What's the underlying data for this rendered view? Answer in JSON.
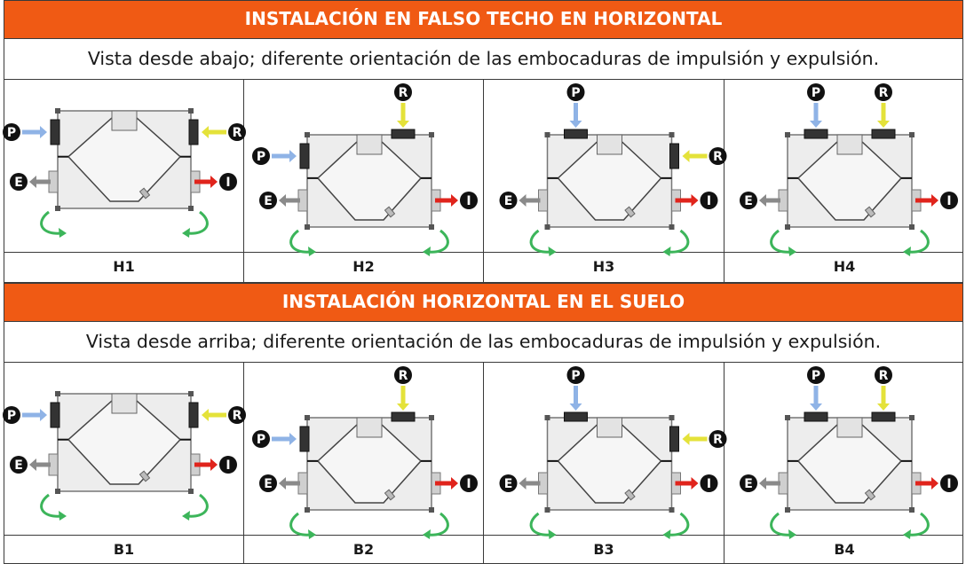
{
  "sections": [
    {
      "title": "INSTALACIÓN EN FALSO TECHO EN HORIZONTAL",
      "subtitle": "Vista desde abajo; diferente orientación de las embocaduras de impulsión y expulsión.",
      "configs": [
        {
          "label": "H1",
          "layout": "side"
        },
        {
          "label": "H2",
          "layout": "top-right"
        },
        {
          "label": "H3",
          "layout": "top-left"
        },
        {
          "label": "H4",
          "layout": "top-both"
        }
      ]
    },
    {
      "title": "INSTALACIÓN HORIZONTAL EN EL SUELO",
      "subtitle": "Vista desde arriba; diferente orientación de las embocaduras de impulsión y expulsión.",
      "configs": [
        {
          "label": "B1",
          "layout": "side"
        },
        {
          "label": "B2",
          "layout": "top-right"
        },
        {
          "label": "B3",
          "layout": "top-left"
        },
        {
          "label": "B4",
          "layout": "top-both"
        }
      ]
    }
  ],
  "port_markers": {
    "supply": "P",
    "return": "R",
    "exhaust": "E",
    "intake": "I"
  },
  "colors": {
    "header": "#f05a14",
    "arrow_supply": "#8fb3e6",
    "arrow_return": "#e4e23a",
    "arrow_exhaust": "#8a8a8a",
    "arrow_intake": "#e0241c",
    "rotation_arrow": "#3cb55a",
    "unit_body": "#ededed"
  }
}
